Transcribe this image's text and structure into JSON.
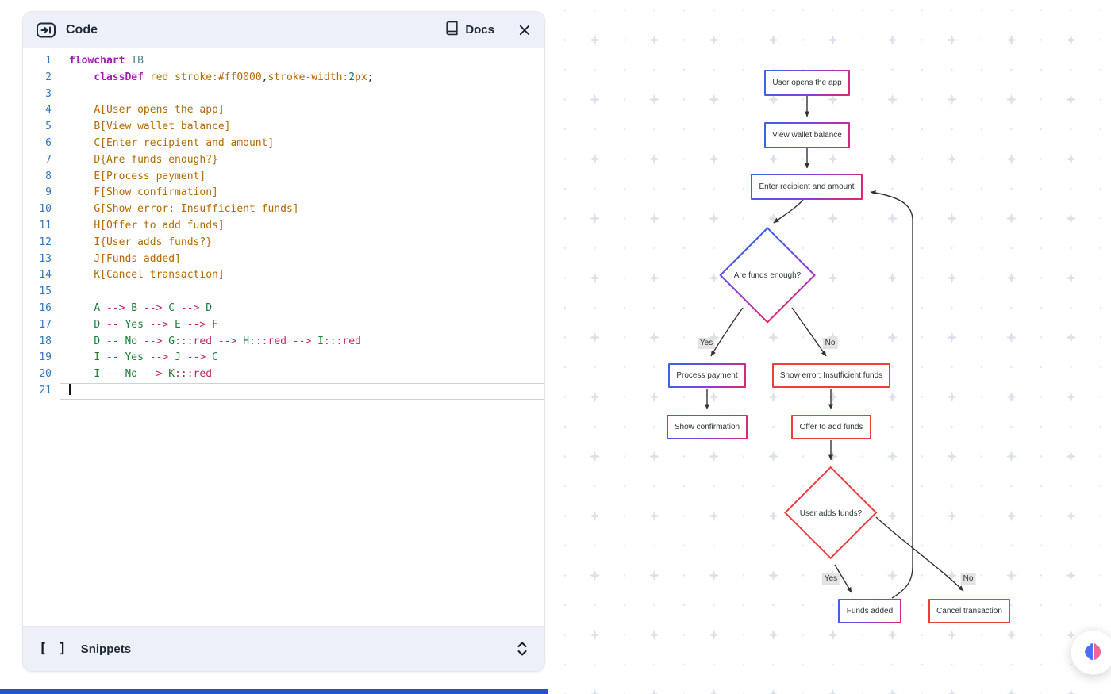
{
  "panel": {
    "title": "Code",
    "docs_label": "Docs",
    "snippets_label": "Snippets",
    "bracket_glyph": "[ ]"
  },
  "editor": {
    "lines": [
      {
        "n": 1,
        "tokens": [
          {
            "t": "flowchart",
            "c": "kw"
          },
          {
            "t": " ",
            "c": "pl"
          },
          {
            "t": "TB",
            "c": "dir"
          }
        ]
      },
      {
        "n": 2,
        "tokens": [
          {
            "t": "    ",
            "c": "pl"
          },
          {
            "t": "classDef",
            "c": "kw"
          },
          {
            "t": " red stroke:#ff0000",
            "c": "str"
          },
          {
            "t": ",",
            "c": "pl"
          },
          {
            "t": "stroke-width:",
            "c": "str"
          },
          {
            "t": "2",
            "c": "num"
          },
          {
            "t": "px",
            "c": "str"
          },
          {
            "t": ";",
            "c": "pl"
          }
        ]
      },
      {
        "n": 3,
        "tokens": []
      },
      {
        "n": 4,
        "tokens": [
          {
            "t": "    ",
            "c": "pl"
          },
          {
            "t": "A[User opens the app]",
            "c": "str"
          }
        ]
      },
      {
        "n": 5,
        "tokens": [
          {
            "t": "    ",
            "c": "pl"
          },
          {
            "t": "B[View wallet balance]",
            "c": "str"
          }
        ]
      },
      {
        "n": 6,
        "tokens": [
          {
            "t": "    ",
            "c": "pl"
          },
          {
            "t": "C[Enter recipient and amount]",
            "c": "str"
          }
        ]
      },
      {
        "n": 7,
        "tokens": [
          {
            "t": "    ",
            "c": "pl"
          },
          {
            "t": "D{Are funds enough?}",
            "c": "str"
          }
        ]
      },
      {
        "n": 8,
        "tokens": [
          {
            "t": "    ",
            "c": "pl"
          },
          {
            "t": "E[Process payment]",
            "c": "str"
          }
        ]
      },
      {
        "n": 9,
        "tokens": [
          {
            "t": "    ",
            "c": "pl"
          },
          {
            "t": "F[Show confirmation]",
            "c": "str"
          }
        ]
      },
      {
        "n": 10,
        "tokens": [
          {
            "t": "    ",
            "c": "pl"
          },
          {
            "t": "G[Show error: Insufficient funds]",
            "c": "str"
          }
        ]
      },
      {
        "n": 11,
        "tokens": [
          {
            "t": "    ",
            "c": "pl"
          },
          {
            "t": "H[Offer to add funds]",
            "c": "str"
          }
        ]
      },
      {
        "n": 12,
        "tokens": [
          {
            "t": "    ",
            "c": "pl"
          },
          {
            "t": "I{User adds funds?}",
            "c": "str"
          }
        ]
      },
      {
        "n": 13,
        "tokens": [
          {
            "t": "    ",
            "c": "pl"
          },
          {
            "t": "J[Funds added]",
            "c": "str"
          }
        ]
      },
      {
        "n": 14,
        "tokens": [
          {
            "t": "    ",
            "c": "pl"
          },
          {
            "t": "K[Cancel transaction]",
            "c": "str"
          }
        ]
      },
      {
        "n": 15,
        "tokens": []
      },
      {
        "n": 16,
        "tokens": [
          {
            "t": "    ",
            "c": "pl"
          },
          {
            "t": "A",
            "c": "id"
          },
          {
            "t": " --> ",
            "c": "op"
          },
          {
            "t": "B",
            "c": "id"
          },
          {
            "t": " --> ",
            "c": "op"
          },
          {
            "t": "C",
            "c": "id"
          },
          {
            "t": " --> ",
            "c": "op"
          },
          {
            "t": "D",
            "c": "id"
          }
        ]
      },
      {
        "n": 17,
        "tokens": [
          {
            "t": "    ",
            "c": "pl"
          },
          {
            "t": "D",
            "c": "id"
          },
          {
            "t": " -- ",
            "c": "op"
          },
          {
            "t": "Yes",
            "c": "lbl"
          },
          {
            "t": " --> ",
            "c": "op"
          },
          {
            "t": "E",
            "c": "id"
          },
          {
            "t": " --> ",
            "c": "op"
          },
          {
            "t": "F",
            "c": "id"
          }
        ]
      },
      {
        "n": 18,
        "tokens": [
          {
            "t": "    ",
            "c": "pl"
          },
          {
            "t": "D",
            "c": "id"
          },
          {
            "t": " -- ",
            "c": "op"
          },
          {
            "t": "No",
            "c": "lbl"
          },
          {
            "t": " --> ",
            "c": "op"
          },
          {
            "t": "G",
            "c": "id"
          },
          {
            "t": ":::red",
            "c": "op"
          },
          {
            "t": " --> ",
            "c": "op"
          },
          {
            "t": "H",
            "c": "id"
          },
          {
            "t": ":::red",
            "c": "op"
          },
          {
            "t": " --> ",
            "c": "op"
          },
          {
            "t": "I",
            "c": "id"
          },
          {
            "t": ":::red",
            "c": "op"
          }
        ]
      },
      {
        "n": 19,
        "tokens": [
          {
            "t": "    ",
            "c": "pl"
          },
          {
            "t": "I",
            "c": "id"
          },
          {
            "t": " -- ",
            "c": "op"
          },
          {
            "t": "Yes",
            "c": "lbl"
          },
          {
            "t": " --> ",
            "c": "op"
          },
          {
            "t": "J",
            "c": "id"
          },
          {
            "t": " --> ",
            "c": "op"
          },
          {
            "t": "C",
            "c": "id"
          }
        ]
      },
      {
        "n": 20,
        "tokens": [
          {
            "t": "    ",
            "c": "pl"
          },
          {
            "t": "I",
            "c": "id"
          },
          {
            "t": " -- ",
            "c": "op"
          },
          {
            "t": "No",
            "c": "lbl"
          },
          {
            "t": " --> ",
            "c": "op"
          },
          {
            "t": "K",
            "c": "id"
          },
          {
            "t": ":::red",
            "c": "op"
          }
        ]
      },
      {
        "n": 21,
        "tokens": [],
        "active": true
      }
    ]
  },
  "flowchart": {
    "red_stroke": "#ff0000",
    "nodes": [
      {
        "id": "A",
        "label": "User opens the app",
        "shape": "rect",
        "cls": "default"
      },
      {
        "id": "B",
        "label": "View wallet balance",
        "shape": "rect",
        "cls": "default"
      },
      {
        "id": "C",
        "label": "Enter recipient and amount",
        "shape": "rect",
        "cls": "default"
      },
      {
        "id": "D",
        "label": "Are funds enough?",
        "shape": "diamond",
        "cls": "default"
      },
      {
        "id": "E",
        "label": "Process payment",
        "shape": "rect",
        "cls": "default"
      },
      {
        "id": "F",
        "label": "Show confirmation",
        "shape": "rect",
        "cls": "default"
      },
      {
        "id": "G",
        "label": "Show error: Insufficient funds",
        "shape": "rect",
        "cls": "red"
      },
      {
        "id": "H",
        "label": "Offer to add funds",
        "shape": "rect",
        "cls": "red"
      },
      {
        "id": "I",
        "label": "User adds funds?",
        "shape": "diamond",
        "cls": "red"
      },
      {
        "id": "J",
        "label": "Funds added",
        "shape": "rect",
        "cls": "default"
      },
      {
        "id": "K",
        "label": "Cancel transaction",
        "shape": "rect",
        "cls": "red"
      }
    ],
    "edge_labels": [
      {
        "text": "Yes"
      },
      {
        "text": "No"
      },
      {
        "text": "Yes"
      },
      {
        "text": "No"
      }
    ]
  }
}
